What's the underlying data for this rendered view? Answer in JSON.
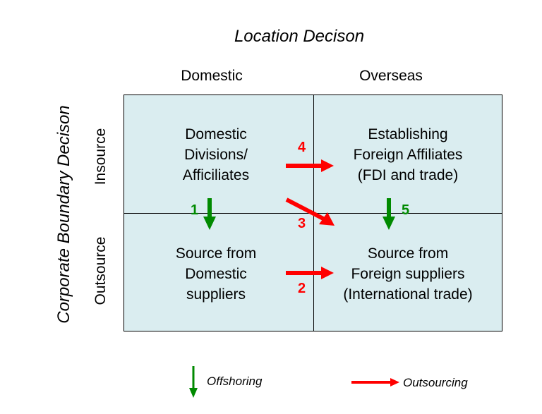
{
  "title": "Location Decison",
  "columns": [
    "Domestic",
    "Overseas"
  ],
  "rows": [
    "Insource",
    "Outsource"
  ],
  "side_label": "Corporate Boundary Decison",
  "cells": {
    "domestic_insource": [
      "Domestic",
      "Divisions/",
      "Afficiliates"
    ],
    "overseas_insource": [
      "Establishing",
      "Foreign Affiliates",
      "(FDI and trade)"
    ],
    "domestic_outsource": [
      "Source from",
      "Domestic",
      "suppliers"
    ],
    "overseas_outsource": [
      "Source from",
      "Foreign suppliers",
      "(International trade)"
    ]
  },
  "arrows": [
    {
      "id": "1",
      "type": "offshoring",
      "from": "domestic_insource",
      "to": "domestic_outsource"
    },
    {
      "id": "2",
      "type": "outsourcing",
      "from": "domestic_outsource",
      "to": "overseas_outsource"
    },
    {
      "id": "3",
      "type": "outsourcing",
      "from": "domestic_insource",
      "to": "overseas_outsource"
    },
    {
      "id": "4",
      "type": "outsourcing",
      "from": "domestic_insource",
      "to": "overseas_insource"
    },
    {
      "id": "5",
      "type": "offshoring",
      "from": "overseas_insource",
      "to": "overseas_outsource"
    }
  ],
  "legend": {
    "offshoring": "Offshoring",
    "outsourcing": "Outsourcing"
  },
  "colors": {
    "cell_fill": "#daedf0",
    "outsourcing": "#ff0000",
    "offshoring": "#008a00"
  }
}
